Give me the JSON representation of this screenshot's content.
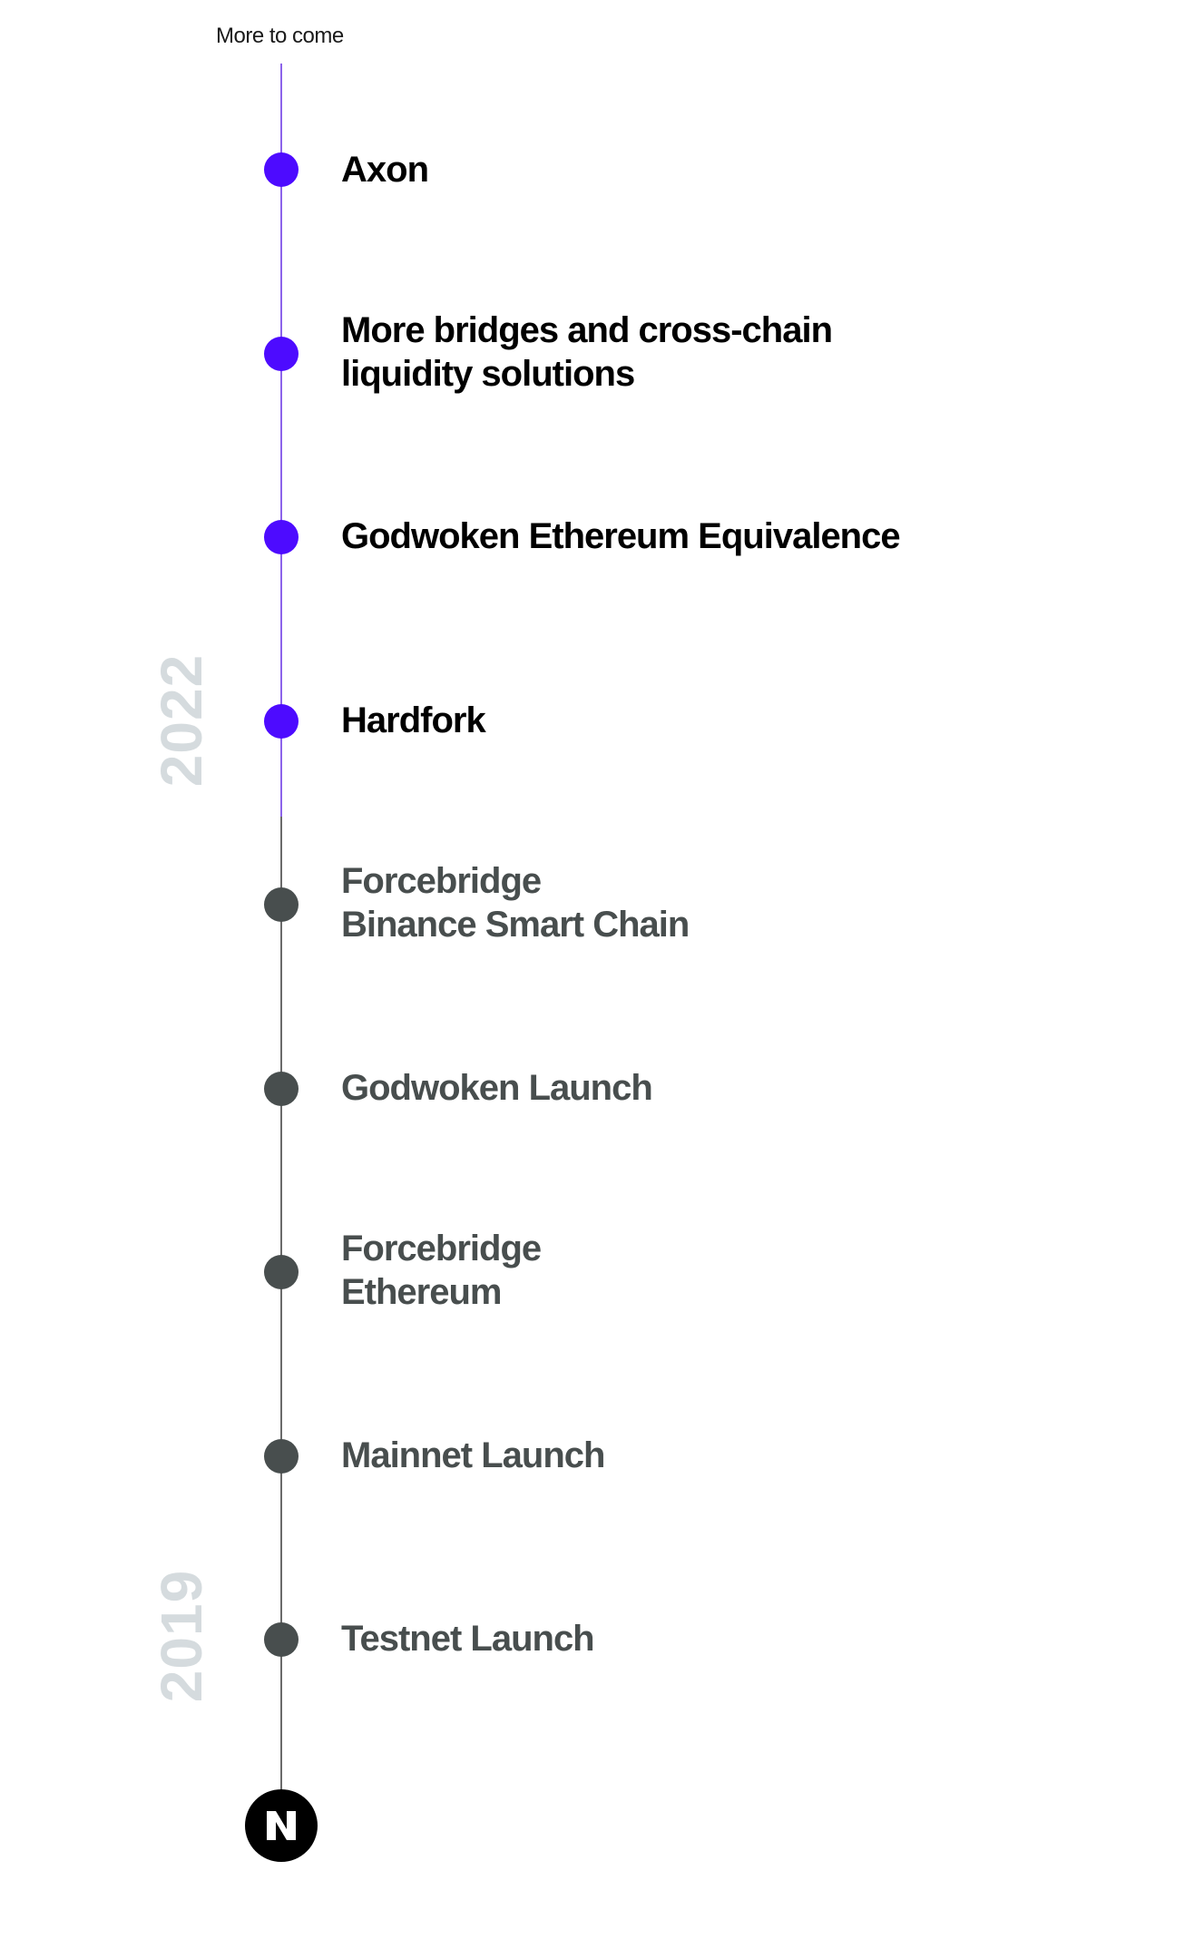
{
  "header": {
    "label": "More to come"
  },
  "years": {
    "upper": "2022",
    "lower": "2019"
  },
  "colors": {
    "future_accent": "#4d0bff",
    "future_line": "#8c63ea",
    "past_accent": "#484e4e",
    "past_line": "#6b6b6b",
    "year_label": "#d5dbde"
  },
  "milestones": [
    {
      "lines": [
        "Axon"
      ],
      "status": "upcoming"
    },
    {
      "lines": [
        "More bridges and cross-chain",
        "liquidity solutions"
      ],
      "status": "upcoming"
    },
    {
      "lines": [
        "Godwoken Ethereum Equivalence"
      ],
      "status": "upcoming"
    },
    {
      "lines": [
        "Hardfork"
      ],
      "status": "upcoming"
    },
    {
      "lines": [
        "Forcebridge",
        "Binance Smart Chain"
      ],
      "status": "completed"
    },
    {
      "lines": [
        "Godwoken Launch"
      ],
      "status": "completed"
    },
    {
      "lines": [
        "Forcebridge",
        "Ethereum"
      ],
      "status": "completed"
    },
    {
      "lines": [
        "Mainnet Launch"
      ],
      "status": "completed"
    },
    {
      "lines": [
        "Testnet Launch"
      ],
      "status": "completed"
    }
  ],
  "logo": {
    "icon": "nervos-logo-icon"
  }
}
